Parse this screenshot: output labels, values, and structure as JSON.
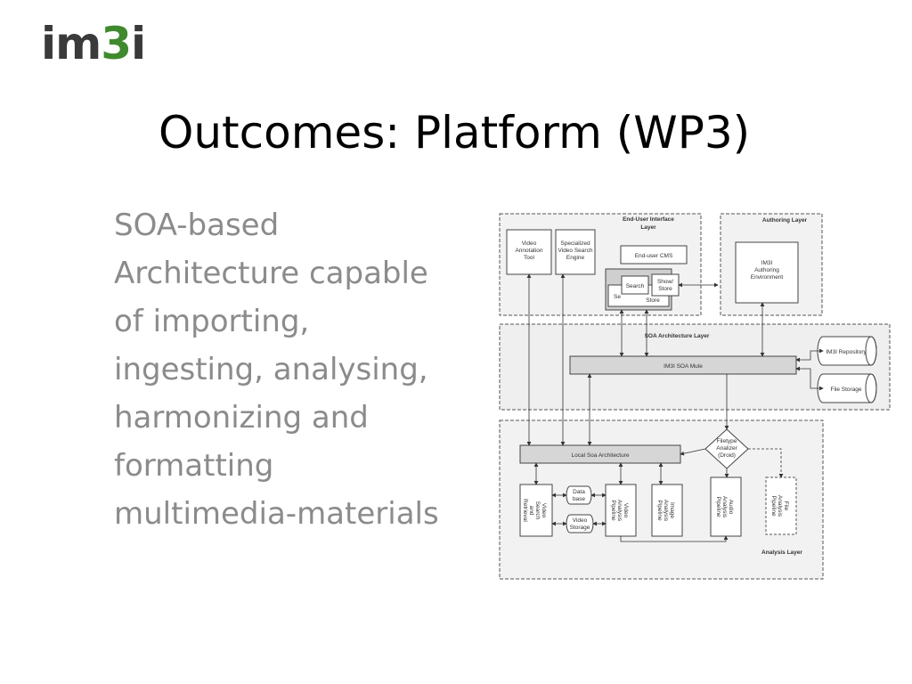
{
  "logo": {
    "prefix": "im",
    "accent": "3",
    "suffix": "i"
  },
  "title": "Outcomes: Platform (WP3)",
  "body_lines": [
    "SOA-based",
    "Architecture capable",
    "of importing,",
    "ingesting, analysing,",
    "harmonizing and",
    "formatting",
    "multimedia-materials"
  ],
  "diagram": {
    "layers": {
      "end_user": [
        "End-User Interface",
        "Layer"
      ],
      "authoring": "Authoring Layer",
      "soa": "SOA Architecture Layer",
      "analysis": "Analysis Layer"
    },
    "nodes": {
      "video_annotation": [
        "Video",
        "Annotation",
        "Tool"
      ],
      "video_search_engine": [
        "Specialized",
        "Video Search",
        "Engine"
      ],
      "end_user_cms": "End-user CMS",
      "search_front": "Search",
      "show_store_front": [
        "Show/",
        "Store"
      ],
      "search_back": "Se",
      "store_back": "Store",
      "authoring_env": [
        "IM3I",
        "Authoring",
        "Environment"
      ],
      "im3i_repository": "IM3I Repository",
      "file_storage": "File Storage",
      "soa_mule": "IM3I SOA Mule",
      "local_soa": "Local Soa Architecture",
      "filetype_analizer": [
        "Filetype",
        "Analizer",
        "(Droid)"
      ],
      "video_search_retrieval": [
        "Video",
        "Search",
        "and",
        "Retrieval"
      ],
      "database": [
        "Data",
        "base"
      ],
      "video_storage": [
        "Video",
        "Storage"
      ],
      "video_analysis": [
        "Video",
        "Analysis",
        "Pipeline"
      ],
      "image_analysis": [
        "Image",
        "Analysis",
        "Pipeline"
      ],
      "audio_analysis": [
        "Audio",
        "Analysis",
        "Pipeline"
      ],
      "file_analysis": [
        "File",
        "Analysis",
        "Pipeline"
      ]
    }
  }
}
